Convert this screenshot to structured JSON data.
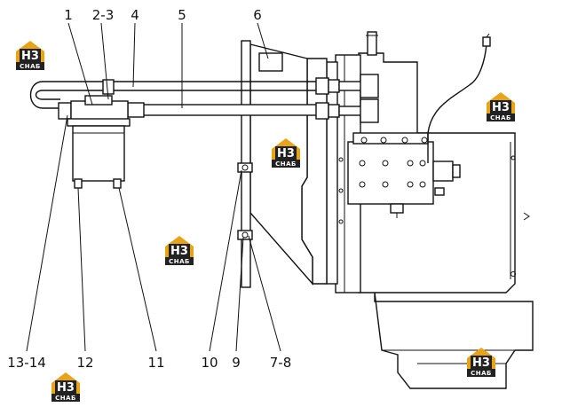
{
  "callouts": [
    {
      "id": "1",
      "label": "1"
    },
    {
      "id": "2-3",
      "label": "2-3"
    },
    {
      "id": "4",
      "label": "4"
    },
    {
      "id": "5",
      "label": "5"
    },
    {
      "id": "6",
      "label": "6"
    },
    {
      "id": "13-14",
      "label": "13-14"
    },
    {
      "id": "12",
      "label": "12"
    },
    {
      "id": "11",
      "label": "11"
    },
    {
      "id": "10",
      "label": "10"
    },
    {
      "id": "9",
      "label": "9"
    },
    {
      "id": "7-8",
      "label": "7-8"
    }
  ],
  "watermark": {
    "mark": "H3",
    "text": "CHAБ",
    "accent_color": "#e8a317",
    "dark_color": "#222222"
  }
}
